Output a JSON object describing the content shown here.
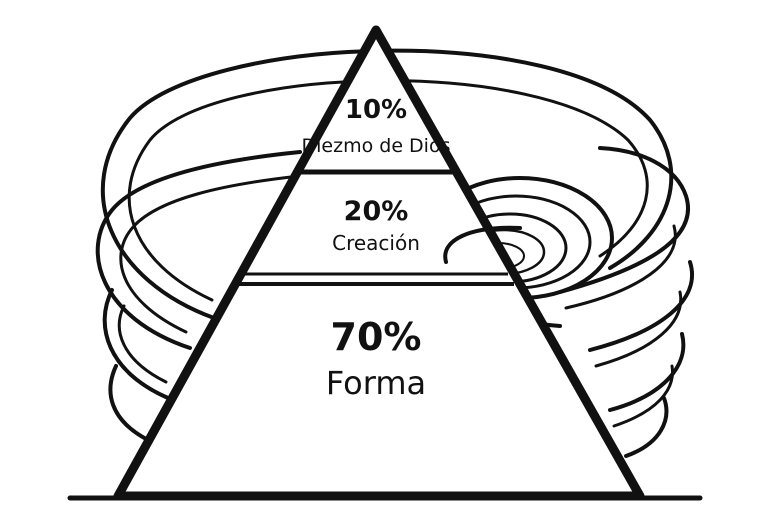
{
  "diagram": {
    "tiers": [
      {
        "percent": "10%",
        "label": "Diezmo de Dios"
      },
      {
        "percent": "20%",
        "label": "Creación"
      },
      {
        "percent": "70%",
        "label": "Forma"
      }
    ]
  },
  "colors": {
    "ink": "#111111",
    "background": "#ffffff"
  }
}
